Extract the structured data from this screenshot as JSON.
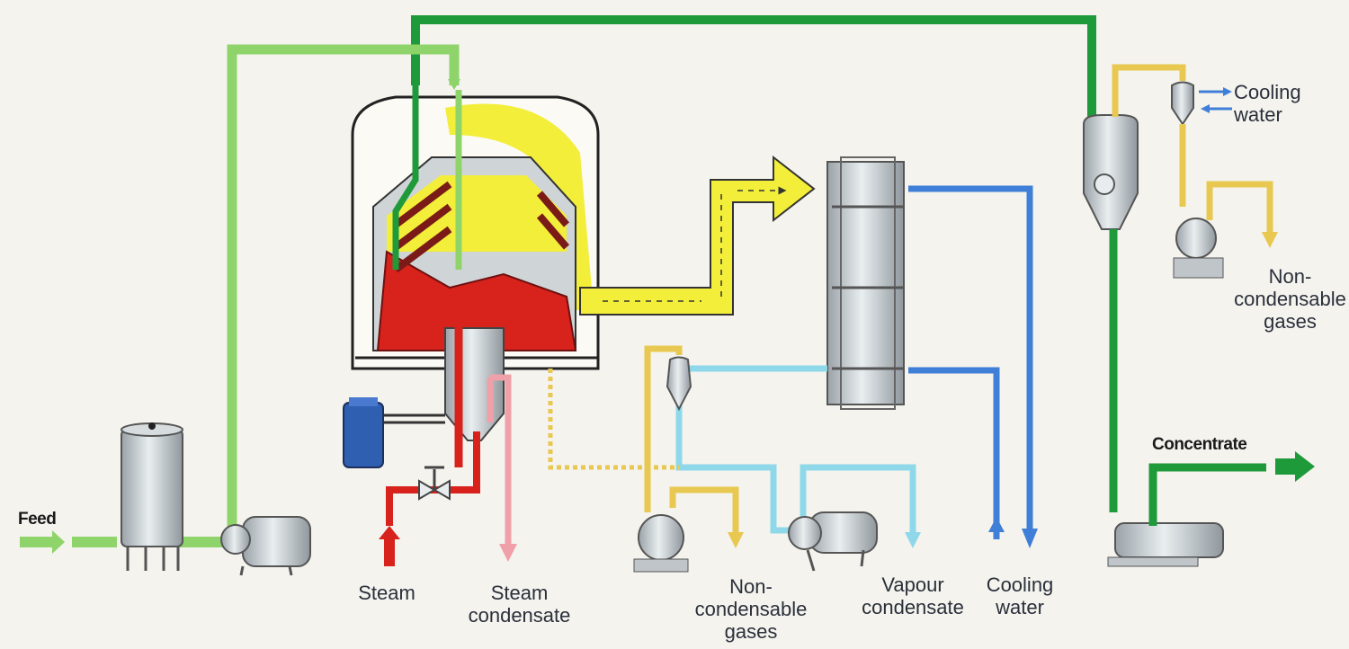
{
  "labels": {
    "feed": "Feed",
    "concentrate": "Concentrate",
    "steam": "Steam",
    "steam_condensate": "Steam\ncondensate",
    "non_condensable_gases_1": "Non-\ncondensable\ngases",
    "vapour_condensate": "Vapour\ncondensate",
    "cooling_water_1": "Cooling\nwater",
    "cooling_water_2": "Cooling\nwater",
    "non_condensable_gases_2": "Non-\ncondensable\ngases"
  },
  "colors": {
    "feed_line": "#8fd46a",
    "concentrate_line": "#1f9a3a",
    "vapour": "#f3ee3a",
    "steam": "#d8221c",
    "steam_condensate": "#f0a0a8",
    "vapour_condensate": "#8fd8ea",
    "cooling_water": "#3f7fd8",
    "non_condensable_line": "#e8c850",
    "equipment": "#c9ced2"
  }
}
